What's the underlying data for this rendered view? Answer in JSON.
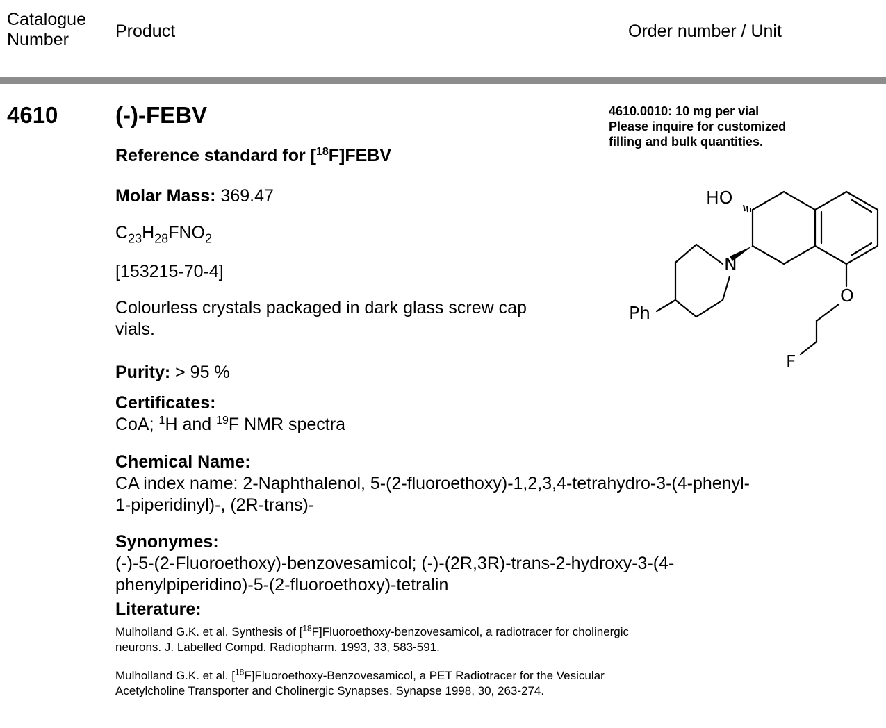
{
  "header": {
    "col1_line1": "Catalogue",
    "col1_line2": "Number",
    "col2": "Product",
    "col3": "Order number / Unit"
  },
  "product": {
    "catalogue_number": "4610",
    "name": "(-)-FEBV",
    "subtitle_pre": "Reference standard for [",
    "subtitle_sup": "18",
    "subtitle_post": "F]FEBV",
    "molar_mass_label": "Molar Mass:",
    "molar_mass_value": " 369.47",
    "formula": {
      "c": "C",
      "c_n": "23",
      "h": "H",
      "h_n": "28",
      "rest": "FNO",
      "o_n": "2"
    },
    "cas": "[153215-70-4]",
    "description_line1": "Colourless crystals packaged in dark glass screw cap",
    "description_line2": "vials.",
    "purity_label": "Purity:",
    "purity_value": " > 95 %",
    "certificates_label": "Certificates:",
    "certificates": {
      "pre": "CoA; ",
      "sup1": "1",
      "mid": "H and ",
      "sup2": "19",
      "post": "F NMR spectra"
    },
    "chemical_name_label": "Chemical Name:",
    "chemical_name_line1": "CA index name: 2-Naphthalenol, 5-(2-fluoroethoxy)-1,2,3,4-tetrahydro-3-(4-phenyl-",
    "chemical_name_line2": "1-piperidinyl)-, (2R-trans)-",
    "synonymes_label": "Synonymes:",
    "synonymes_line1": "(-)-5-(2-Fluoroethoxy)-benzovesamicol; (-)-(2R,3R)-trans-2-hydroxy-3-(4-",
    "synonymes_line2": "phenylpiperidino)-5-(2-fluoroethoxy)-tetralin",
    "literature_label": "Literature:",
    "lit1": {
      "pre": "Mulholland G.K. et al. Synthesis of [",
      "sup": "18",
      "post": "F]Fluoroethoxy-benzovesamicol, a radiotracer for cholinergic",
      "line2": "neurons. J. Labelled Compd. Radiopharm. 1993, 33, 583-591."
    },
    "lit2": {
      "pre": "Mulholland G.K. et al. [",
      "sup": "18",
      "post": "F]Fluoroethoxy-Benzovesamicol, a PET Radiotracer for the Vesicular",
      "line2": "Acetylcholine Transporter and Cholinergic Synapses. Synapse 1998, 30, 263-274."
    }
  },
  "order": {
    "line1": "4610.0010: 10 mg per vial",
    "line2": "Please inquire for customized",
    "line3": "filling and bulk quantities."
  },
  "structure": {
    "label_ho": "HO",
    "label_n": "N",
    "label_o": "O",
    "label_f": "F",
    "label_ph": "Ph"
  }
}
